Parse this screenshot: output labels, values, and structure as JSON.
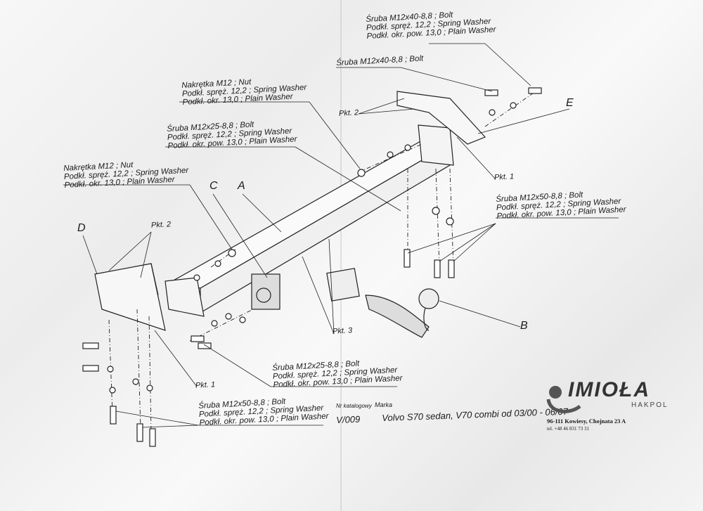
{
  "labels": {
    "top_right": [
      "Śruba M12x40-8,8 ; Bolt",
      "Podkł. spręż. 12,2 ; Spring Washer",
      "Podkł. okr. pow. 13,0 ; Plain Washer"
    ],
    "top_bolt": "Śruba M12x40-8,8 ; Bolt",
    "nut_upper": [
      "Nakrętka M12 ; Nut",
      "Podkł. spręż. 12,2 ; Spring Washer",
      "Podkł. okr. 13,0 ; Plain Washer"
    ],
    "bolt_upper": [
      "Śruba M12x25-8,8 ; Bolt",
      "Podkł. spręż. 12,2 ; Spring Washer",
      "Podkł. okr. pow. 13,0 ; Plain Washer"
    ],
    "nut_left": [
      "Nakrętka M12 ; Nut",
      "Podkł. spręż. 12,2 ; Spring Washer",
      "Podkł. okr. 13,0 ; Plain Washer"
    ],
    "bolt_right": [
      "Śruba M12x50-8,8 ; Bolt",
      "Podkł. spręż. 12,2 ; Spring Washer",
      "Podkł. okr. pow. 13,0 ; Plain Washer"
    ],
    "bolt_bottom": [
      "Śruba M12x25-8,8 ; Bolt",
      "Podkł. spręż. 12,2 ; Spring Washer",
      "Podkł. okr. pow. 13,0 ; Plain Washer"
    ],
    "bolt_bottom_left": [
      "Śruba M12x50-8,8 ; Bolt",
      "Podkł. spręż. 12,2 ; Spring Washer",
      "Podkł. okr. pow. 13,0 ; Plain Washer"
    ]
  },
  "parts": {
    "A": "A",
    "B": "B",
    "C": "C",
    "D": "D",
    "E": "E"
  },
  "points": {
    "pkt2_left": "Pkt. 2",
    "pkt2_top": "Pkt. 2",
    "pkt1_right": "Pkt. 1",
    "pkt1_left": "Pkt. 1",
    "pkt3": "Pkt. 3"
  },
  "footer": {
    "catalog_label": "Nr katalogowy",
    "brand_label": "Marka",
    "catalog_no": "V/009",
    "vehicle": "Volvo S70 sedan, V70 combi   od 03/00 - 06/07",
    "logo_name": "IMIOŁA",
    "logo_sub": "HAKPOL",
    "address": "96-111 Kowiesy, Chojnata 23 A",
    "phone": "tel. +48 46 831 73 31"
  }
}
